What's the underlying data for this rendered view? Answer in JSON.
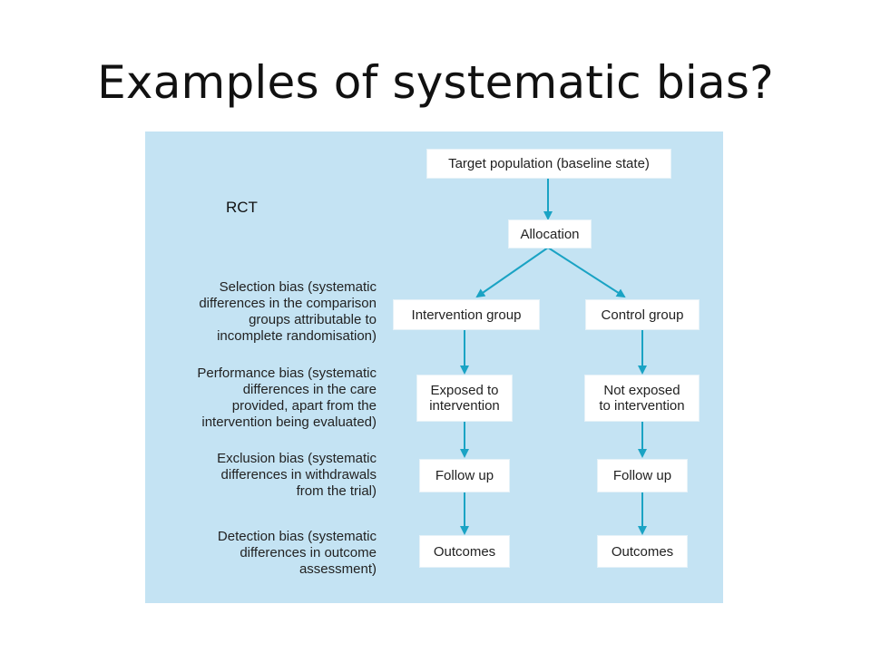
{
  "slide": {
    "title": "Examples of systematic bias?"
  },
  "diagram": {
    "label": "RCT",
    "biases": [
      "Selection bias (systematic\ndifferences in the comparison\ngroups attributable to\nincomplete randomisation)",
      "Performance bias (systematic\ndifferences in the care\nprovided, apart from the\nintervention being evaluated)",
      "Exclusion bias (systematic\ndifferences in withdrawals\nfrom the trial)",
      "Detection bias (systematic\ndifferences in outcome\nassessment)"
    ],
    "nodes": {
      "target": "Target population (baseline state)",
      "allocation": "Allocation",
      "intervention_group": "Intervention group",
      "control_group": "Control group",
      "exposed": "Exposed to\nintervention",
      "not_exposed": "Not exposed\nto intervention",
      "follow_up_left": "Follow up",
      "follow_up_right": "Follow up",
      "outcomes_left": "Outcomes",
      "outcomes_right": "Outcomes"
    },
    "colors": {
      "panel": "#c4e3f3",
      "arrow": "#1aa3c4",
      "box": "#ffffff"
    }
  }
}
